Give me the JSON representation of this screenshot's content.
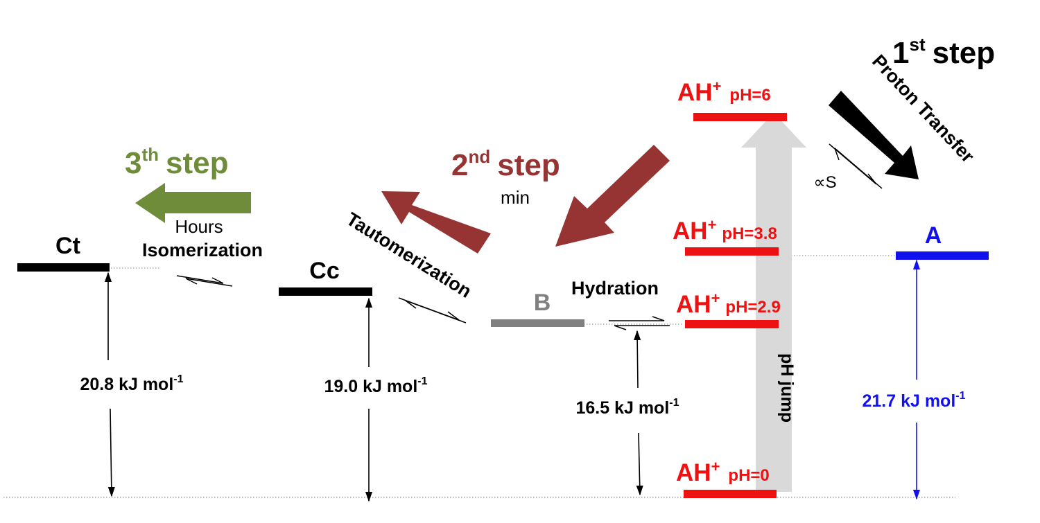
{
  "colors": {
    "red": "#ee1111",
    "blue": "#1111ee",
    "black": "#000000",
    "gray": "#808080",
    "olive": "#6e8c3a",
    "maroon": "#963434",
    "jump_gray": "#d9d9d9"
  },
  "steps": {
    "first": {
      "num": "1",
      "sup": "st",
      "word": "step",
      "process": "Proton Transfer",
      "time": "∝S"
    },
    "second": {
      "num": "2",
      "sup": "nd",
      "word": "step",
      "time": "min"
    },
    "third": {
      "num": "3",
      "sup": "th",
      "word": "step",
      "time": "Hours"
    }
  },
  "processes": {
    "isomerization": "Isomerization",
    "tautomerization": "Tautomerization",
    "hydration": "Hydration",
    "ph_jump": "pH jump"
  },
  "species": {
    "Ct": {
      "name": "Ct",
      "energy": "20.8 kJ mol",
      "exp": "-1"
    },
    "Cc": {
      "name": "Cc",
      "energy": "19.0 kJ mol",
      "exp": "-1"
    },
    "B": {
      "name": "B",
      "energy": "16.5 kJ mol",
      "exp": "-1"
    },
    "A": {
      "name": "A",
      "energy": "21.7 kJ mol",
      "exp": "-1"
    }
  },
  "ah_levels": [
    {
      "name": "AH",
      "charge": "+",
      "ph": "pH=6"
    },
    {
      "name": "AH",
      "charge": "+",
      "ph": "pH=3.8"
    },
    {
      "name": "AH",
      "charge": "+",
      "ph": "pH=2.9"
    },
    {
      "name": "AH",
      "charge": "+",
      "ph": "pH=0"
    }
  ]
}
